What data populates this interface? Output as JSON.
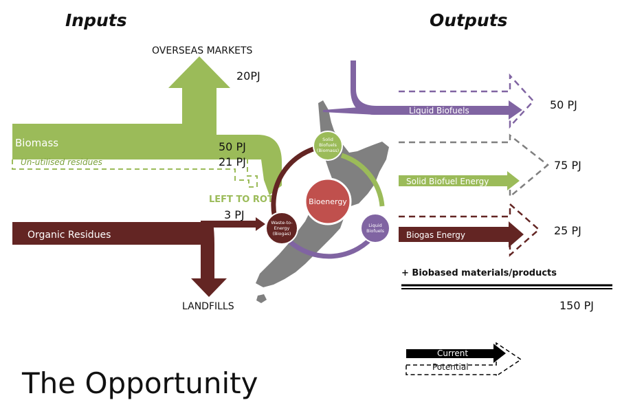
{
  "headings": {
    "inputs": "Inputs",
    "outputs": "Outputs"
  },
  "title": "The Opportunity",
  "inputs": {
    "overseas_markets": "OVERSEAS MARKETS",
    "overseas_value": "20PJ",
    "biomass": "Biomass",
    "biomass_value": "50 PJ",
    "unutilised": "Un-utilised residues",
    "unutilised_value": "21 PJ",
    "left_to_rot": "LEFT TO ROT",
    "organic_residues": "Organic Residues",
    "organic_value": "3 PJ",
    "landfills": "LANDFILLS"
  },
  "hub": {
    "center": "Bioenergy",
    "solid": [
      "Solid",
      "Biofuels",
      "(Biomass)"
    ],
    "liquid": [
      "Liquid",
      "Biofuels"
    ],
    "waste": [
      "Waste-to-",
      "Energy",
      "(Biogas)"
    ]
  },
  "outputs": {
    "liquid": {
      "label": "Liquid Biofuels",
      "value": "50 PJ"
    },
    "solid": {
      "label": "Solid Biofuel Energy",
      "value": "75 PJ"
    },
    "biogas": {
      "label": "Biogas Energy",
      "value": "25 PJ"
    },
    "materials": "+ Biobased materials/products",
    "total": "150 PJ"
  },
  "legend": {
    "current": "Current",
    "potential": "Potential"
  },
  "colors": {
    "green": "#9bbb59",
    "purple": "#8064a2",
    "maroon": "#632523",
    "dashed_grey": "#7f7f7f",
    "red": "#c0504d",
    "map_grey": "#808080"
  }
}
